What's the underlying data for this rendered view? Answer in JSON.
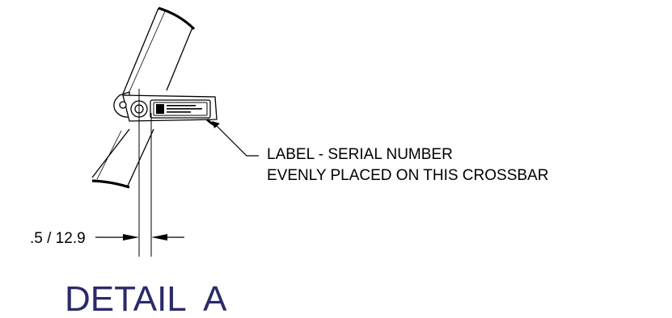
{
  "callout": {
    "line1": "LABEL - SERIAL NUMBER",
    "line2": "EVENLY PLACED ON THIS CROSSBAR"
  },
  "dimension": {
    "text": ".5 / 12.9"
  },
  "detail": {
    "title": "DETAIL  A"
  },
  "colors": {
    "line": "#000000",
    "title": "#2b2a6b"
  }
}
